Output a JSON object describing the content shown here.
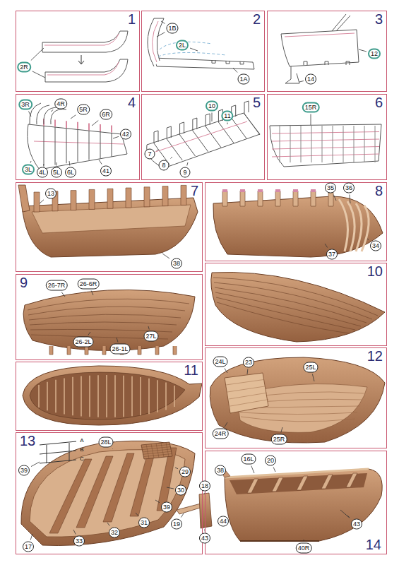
{
  "diagram": {
    "nodes": [
      {
        "text": [
          "1"
        ]
      },
      {
        "text": [
          "2"
        ]
      },
      {
        "text": [
          "3"
        ]
      },
      {
        "text": [
          "4"
        ]
      },
      {
        "text": [
          "5"
        ]
      },
      {
        "text": [
          "6"
        ]
      },
      {
        "text": [
          "7"
        ]
      },
      {
        "text": [
          "8"
        ]
      },
      {
        "text": [
          "9"
        ]
      },
      {
        "text": [
          "10"
        ]
      },
      {
        "text": [
          "11"
        ]
      },
      {
        "text": [
          "12"
        ]
      },
      {
        "text": [
          "13"
        ]
      },
      {
        "text": [
          "14"
        ]
      }
    ],
    "labels": [
      "2R",
      "1B",
      "2L",
      "1A",
      "12",
      "14",
      "3R",
      "4R",
      "5R",
      "6R",
      "42",
      "3L",
      "4L",
      "5L",
      "6L",
      "41",
      "10",
      "11",
      "7",
      "8",
      "9",
      "15R",
      "13",
      "38",
      "35",
      "36",
      "37",
      "34",
      "26-7R",
      "26-6R",
      "26-2L",
      "26-1L",
      "27L",
      "24L",
      "23",
      "25L",
      "24R",
      "25R",
      "28L",
      "A",
      "B",
      "C",
      "39",
      "29",
      "30",
      "39",
      "31",
      "32",
      "33",
      "17",
      "18",
      "19",
      "43",
      "16L",
      "20",
      "38",
      "44",
      "40R",
      "43"
    ]
  }
}
